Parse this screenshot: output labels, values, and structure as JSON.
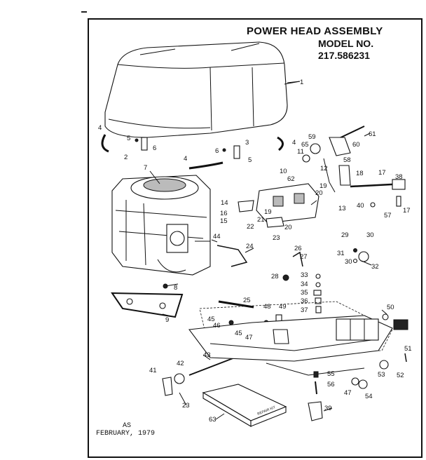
{
  "header": {
    "title": "POWER HEAD ASSEMBLY",
    "model_label": "MODEL NO.",
    "model_number": "217.586231"
  },
  "footer": {
    "code": "AS",
    "date": "FEBRUARY, 1979"
  },
  "sticker_text": "REPAIR KIT",
  "callouts": [
    {
      "id": "1",
      "text": "1"
    },
    {
      "id": "2",
      "text": "2"
    },
    {
      "id": "3",
      "text": "3"
    },
    {
      "id": "4a",
      "text": "4"
    },
    {
      "id": "4b",
      "text": "4"
    },
    {
      "id": "4c",
      "text": "4"
    },
    {
      "id": "5a",
      "text": "5"
    },
    {
      "id": "5b",
      "text": "5"
    },
    {
      "id": "6a",
      "text": "6"
    },
    {
      "id": "6b",
      "text": "6"
    },
    {
      "id": "7",
      "text": "7"
    },
    {
      "id": "8",
      "text": "8"
    },
    {
      "id": "9",
      "text": "9"
    },
    {
      "id": "10",
      "text": "10"
    },
    {
      "id": "11",
      "text": "11"
    },
    {
      "id": "12",
      "text": "12"
    },
    {
      "id": "13",
      "text": "13"
    },
    {
      "id": "14",
      "text": "14"
    },
    {
      "id": "15",
      "text": "15"
    },
    {
      "id": "16",
      "text": "16"
    },
    {
      "id": "17a",
      "text": "17"
    },
    {
      "id": "17b",
      "text": "17"
    },
    {
      "id": "18",
      "text": "18"
    },
    {
      "id": "19a",
      "text": "19"
    },
    {
      "id": "19b",
      "text": "19"
    },
    {
      "id": "20a",
      "text": "20"
    },
    {
      "id": "20b",
      "text": "20"
    },
    {
      "id": "21",
      "text": "21"
    },
    {
      "id": "22",
      "text": "22"
    },
    {
      "id": "23a",
      "text": "23"
    },
    {
      "id": "23b",
      "text": "23"
    },
    {
      "id": "24",
      "text": "24"
    },
    {
      "id": "25",
      "text": "25"
    },
    {
      "id": "26",
      "text": "26"
    },
    {
      "id": "27",
      "text": "27"
    },
    {
      "id": "28",
      "text": "28"
    },
    {
      "id": "29",
      "text": "29"
    },
    {
      "id": "30a",
      "text": "30"
    },
    {
      "id": "30b",
      "text": "30"
    },
    {
      "id": "31",
      "text": "31"
    },
    {
      "id": "32",
      "text": "32"
    },
    {
      "id": "33",
      "text": "33"
    },
    {
      "id": "34",
      "text": "34"
    },
    {
      "id": "35",
      "text": "35"
    },
    {
      "id": "36",
      "text": "36"
    },
    {
      "id": "37",
      "text": "37"
    },
    {
      "id": "38",
      "text": "38"
    },
    {
      "id": "39",
      "text": "39"
    },
    {
      "id": "40",
      "text": "40"
    },
    {
      "id": "41",
      "text": "41"
    },
    {
      "id": "42",
      "text": "42"
    },
    {
      "id": "43",
      "text": "43"
    },
    {
      "id": "44",
      "text": "44"
    },
    {
      "id": "45a",
      "text": "45"
    },
    {
      "id": "45b",
      "text": "45"
    },
    {
      "id": "46",
      "text": "46"
    },
    {
      "id": "47a",
      "text": "47"
    },
    {
      "id": "47b",
      "text": "47"
    },
    {
      "id": "48",
      "text": "48"
    },
    {
      "id": "49",
      "text": "49"
    },
    {
      "id": "50",
      "text": "50"
    },
    {
      "id": "51",
      "text": "51"
    },
    {
      "id": "52",
      "text": "52"
    },
    {
      "id": "53",
      "text": "53"
    },
    {
      "id": "54",
      "text": "54"
    },
    {
      "id": "55",
      "text": "55"
    },
    {
      "id": "56",
      "text": "56"
    },
    {
      "id": "57",
      "text": "57"
    },
    {
      "id": "58",
      "text": "58"
    },
    {
      "id": "59",
      "text": "59"
    },
    {
      "id": "60",
      "text": "60"
    },
    {
      "id": "61",
      "text": "61"
    },
    {
      "id": "62",
      "text": "62"
    },
    {
      "id": "63",
      "text": "63"
    },
    {
      "id": "65",
      "text": "65"
    }
  ]
}
